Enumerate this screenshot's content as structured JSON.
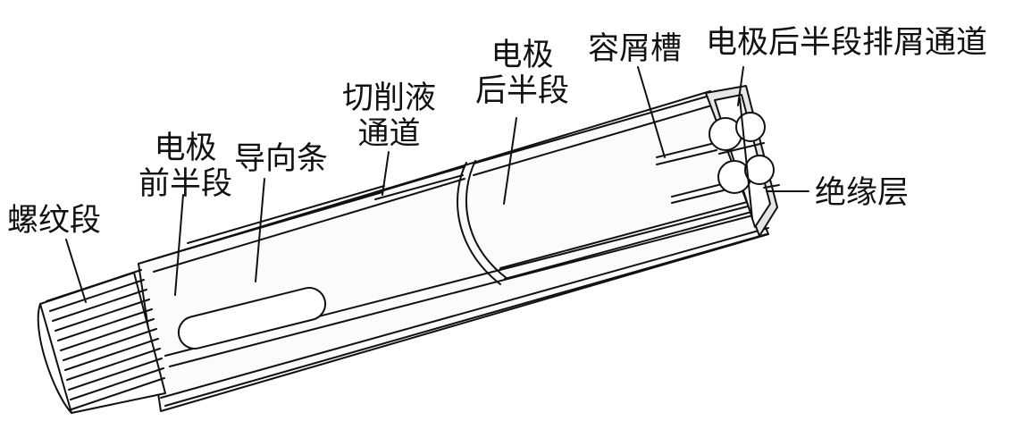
{
  "colors": {
    "background": "#ffffff",
    "ink": "#111111",
    "body_fill": "#fbfbfb",
    "shade": "#e6e6e6"
  },
  "labels": {
    "thread_section": "螺纹段",
    "electrode_front_line1": "电极",
    "electrode_front_line2": "前半段",
    "guide_strip": "导向条",
    "coolant_channel_line1": "切削液",
    "coolant_channel_line2": "通道",
    "electrode_rear_line1": "电极",
    "electrode_rear_line2": "后半段",
    "chip_groove": "容屑槽",
    "rear_chip_channel": "电极后半段排屑通道",
    "insulation_layer": "绝缘层"
  }
}
